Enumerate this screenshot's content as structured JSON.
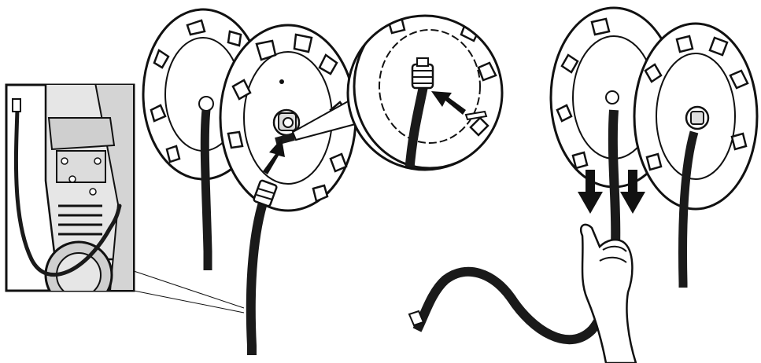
{
  "figure": {
    "background_color": "#ffffff",
    "line_color": "#111111",
    "reel_fill_color": "#ffffff",
    "inset_fill_color": "#e9e9e9",
    "hose_color": "#1a1a1a",
    "hand_fill_color": "#ffffff"
  },
  "panels": [
    {
      "id": "inset",
      "content": "machine-side-view-with-hose-connection"
    },
    {
      "id": "reel-attach",
      "content": "hose-reel-with-hose-pushed-onto-fitting"
    },
    {
      "id": "magnified-detail",
      "content": "hose-fitting-pressed-onto-reel-hub"
    },
    {
      "id": "reel-unwind",
      "content": "hose-pulled-down-and-unwound-by-hand"
    }
  ],
  "arrows": [
    {
      "id": "insert-arrow",
      "direction": "up-right"
    },
    {
      "id": "detail-arrow",
      "direction": "up-left"
    },
    {
      "id": "pull-arrow-left",
      "direction": "down"
    },
    {
      "id": "pull-arrow-right",
      "direction": "down"
    }
  ],
  "icons": [
    "arrow-icon",
    "hand-icon",
    "hose-reel-icon",
    "hose-fitting-icon"
  ]
}
